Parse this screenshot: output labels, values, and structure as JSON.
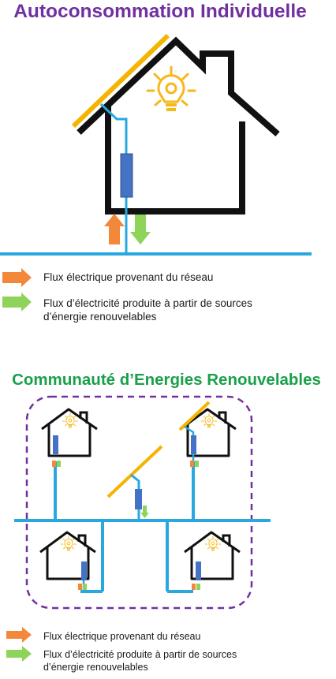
{
  "top": {
    "title": "Autoconsommation Individuelle",
    "legend_grid": "Flux électrique provenant du réseau",
    "legend_renewable": "Flux d’électricité produite à partir de sources d’énergie renouvelables"
  },
  "bottom": {
    "title": "Communauté d’Energies Renouvelables",
    "legend_grid": "Flux électrique provenant du réseau",
    "legend_renewable": "Flux d’électricité produite à partir de sources d’énergie renouvelables"
  },
  "colors": {
    "title_top": "#7030a0",
    "title_bottom": "#1aa04a",
    "grid_line": "#29a8e0",
    "solar_panel": "#f4b400",
    "meter": "#4472c4",
    "arrow_grid": "#f4883a",
    "arrow_renewable": "#8ed35a",
    "bulb": "#f6b81a",
    "community_border": "#7030a0"
  },
  "icons": [
    "house-icon",
    "solar-panel-icon",
    "light-bulb-icon",
    "meter-icon",
    "arrow-up-icon",
    "arrow-down-icon"
  ]
}
